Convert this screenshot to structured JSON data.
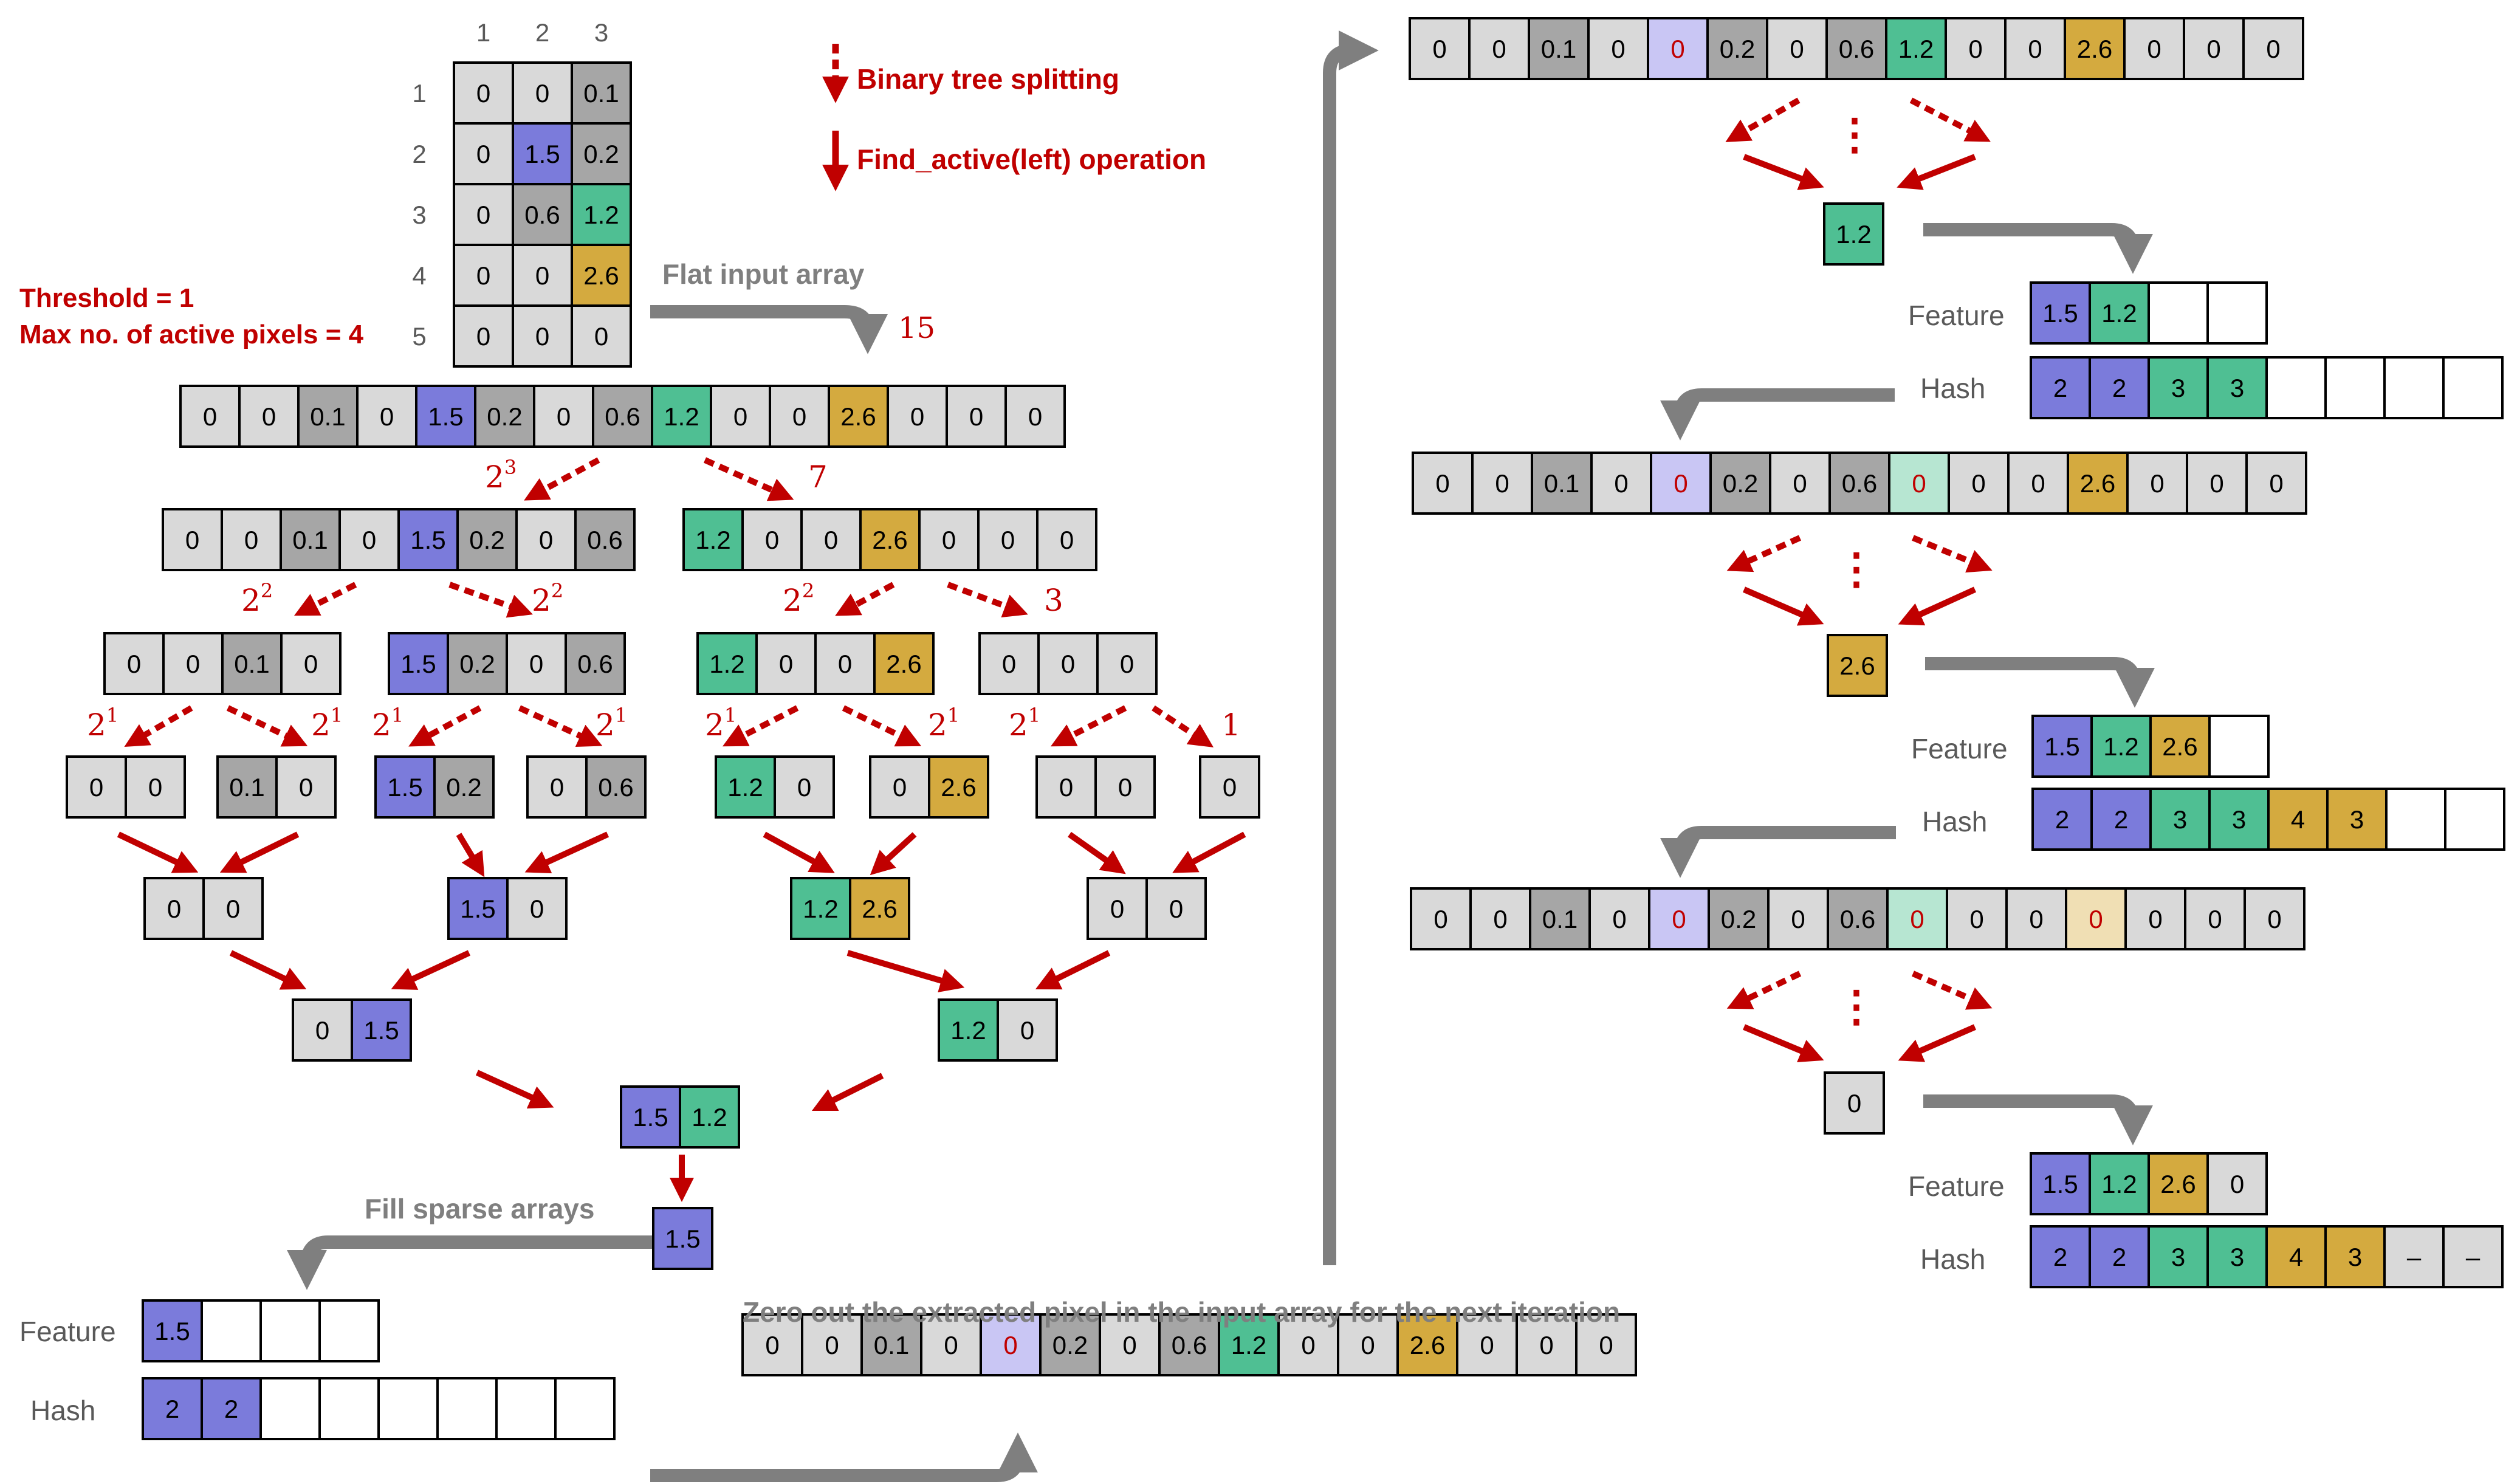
{
  "colors": {
    "red": "#C00000",
    "gray_arrow": "#7F7F7F",
    "empty": "#FFFFFF",
    "zero": "#D9D9D9",
    "small": "#A6A6A6",
    "purple": "#7B7BDB",
    "green": "#4FBF93",
    "gold": "#D4AA3F",
    "purple_faded": "#C9C6F4",
    "green_faded": "#B7E6D2",
    "gold_faded": "#F0DFB4",
    "zeroed_text": "#C00000"
  },
  "legend": {
    "dotted_label": "Binary tree splitting",
    "solid_label": "Find_active(left) operation"
  },
  "params": {
    "threshold": "Threshold = 1",
    "max_active": "Max no. of active pixels = 4"
  },
  "grid": {
    "col_headers": [
      "1",
      "2",
      "3"
    ],
    "row_headers": [
      "1",
      "2",
      "3",
      "4",
      "5"
    ],
    "rows": [
      [
        [
          "0",
          "zero"
        ],
        [
          "0",
          "zero"
        ],
        [
          "0.1",
          "small"
        ]
      ],
      [
        [
          "0",
          "zero"
        ],
        [
          "1.5",
          "purple"
        ],
        [
          "0.2",
          "small"
        ]
      ],
      [
        [
          "0",
          "zero"
        ],
        [
          "0.6",
          "small"
        ],
        [
          "1.2",
          "green"
        ]
      ],
      [
        [
          "0",
          "zero"
        ],
        [
          "0",
          "zero"
        ],
        [
          "2.6",
          "gold"
        ]
      ],
      [
        [
          "0",
          "zero"
        ],
        [
          "0",
          "zero"
        ],
        [
          "0",
          "zero"
        ]
      ]
    ]
  },
  "labels": {
    "flat_input": "Flat input array",
    "n15": "15",
    "fill_sparse": "Fill sparse arrays",
    "zero_out": "Zero out the extracted pixel in the input array for the next iteration",
    "feature": "Feature",
    "hash": "Hash",
    "ellipsis": "⋮"
  },
  "split_labels": [
    {
      "base": "2",
      "exp": "3"
    },
    {
      "base": "7",
      "exp": ""
    },
    {
      "base": "2",
      "exp": "2"
    },
    {
      "base": "2",
      "exp": "2"
    },
    {
      "base": "2",
      "exp": "2"
    },
    {
      "base": "3",
      "exp": ""
    },
    {
      "base": "2",
      "exp": "1"
    },
    {
      "base": "2",
      "exp": "1"
    },
    {
      "base": "2",
      "exp": "1"
    },
    {
      "base": "2",
      "exp": "1"
    },
    {
      "base": "2",
      "exp": "1"
    },
    {
      "base": "2",
      "exp": "1"
    },
    {
      "base": "2",
      "exp": "1"
    },
    {
      "base": "1",
      "exp": ""
    }
  ],
  "arrays": {
    "flat": [
      [
        "0",
        "zero"
      ],
      [
        "0",
        "zero"
      ],
      [
        "0.1",
        "small"
      ],
      [
        "0",
        "zero"
      ],
      [
        "1.5",
        "purple"
      ],
      [
        "0.2",
        "small"
      ],
      [
        "0",
        "zero"
      ],
      [
        "0.6",
        "small"
      ],
      [
        "1.2",
        "green"
      ],
      [
        "0",
        "zero"
      ],
      [
        "0",
        "zero"
      ],
      [
        "2.6",
        "gold"
      ],
      [
        "0",
        "zero"
      ],
      [
        "0",
        "zero"
      ],
      [
        "0",
        "zero"
      ]
    ],
    "l1_left": [
      [
        "0",
        "zero"
      ],
      [
        "0",
        "zero"
      ],
      [
        "0.1",
        "small"
      ],
      [
        "0",
        "zero"
      ],
      [
        "1.5",
        "purple"
      ],
      [
        "0.2",
        "small"
      ],
      [
        "0",
        "zero"
      ],
      [
        "0.6",
        "small"
      ]
    ],
    "l1_right": [
      [
        "1.2",
        "green"
      ],
      [
        "0",
        "zero"
      ],
      [
        "0",
        "zero"
      ],
      [
        "2.6",
        "gold"
      ],
      [
        "0",
        "zero"
      ],
      [
        "0",
        "zero"
      ],
      [
        "0",
        "zero"
      ]
    ],
    "l2_a": [
      [
        "0",
        "zero"
      ],
      [
        "0",
        "zero"
      ],
      [
        "0.1",
        "small"
      ],
      [
        "0",
        "zero"
      ]
    ],
    "l2_b": [
      [
        "1.5",
        "purple"
      ],
      [
        "0.2",
        "small"
      ],
      [
        "0",
        "zero"
      ],
      [
        "0.6",
        "small"
      ]
    ],
    "l2_c": [
      [
        "1.2",
        "green"
      ],
      [
        "0",
        "zero"
      ],
      [
        "0",
        "zero"
      ],
      [
        "2.6",
        "gold"
      ]
    ],
    "l2_d": [
      [
        "0",
        "zero"
      ],
      [
        "0",
        "zero"
      ],
      [
        "0",
        "zero"
      ]
    ],
    "l3_a": [
      [
        "0",
        "zero"
      ],
      [
        "0",
        "zero"
      ]
    ],
    "l3_b": [
      [
        "0.1",
        "small"
      ],
      [
        "0",
        "zero"
      ]
    ],
    "l3_c": [
      [
        "1.5",
        "purple"
      ],
      [
        "0.2",
        "small"
      ]
    ],
    "l3_d": [
      [
        "0",
        "zero"
      ],
      [
        "0.6",
        "small"
      ]
    ],
    "l3_e": [
      [
        "1.2",
        "green"
      ],
      [
        "0",
        "zero"
      ]
    ],
    "l3_f": [
      [
        "0",
        "zero"
      ],
      [
        "2.6",
        "gold"
      ]
    ],
    "l3_g": [
      [
        "0",
        "zero"
      ],
      [
        "0",
        "zero"
      ]
    ],
    "l3_h": [
      [
        "0",
        "zero"
      ]
    ],
    "m1_a": [
      [
        "0",
        "zero"
      ],
      [
        "0",
        "zero"
      ]
    ],
    "m1_b": [
      [
        "1.5",
        "purple"
      ],
      [
        "0",
        "zero"
      ]
    ],
    "m1_c": [
      [
        "1.2",
        "green"
      ],
      [
        "2.6",
        "gold"
      ]
    ],
    "m1_d": [
      [
        "0",
        "zero"
      ],
      [
        "0",
        "zero"
      ]
    ],
    "m2_a": [
      [
        "0",
        "zero"
      ],
      [
        "1.5",
        "purple"
      ]
    ],
    "m2_b": [
      [
        "1.2",
        "green"
      ],
      [
        "0",
        "zero"
      ]
    ],
    "m3": [
      [
        "1.5",
        "purple"
      ],
      [
        "1.2",
        "green"
      ]
    ],
    "result1": [
      [
        "1.5",
        "purple"
      ]
    ],
    "feature1": [
      [
        "1.5",
        "purple"
      ],
      [
        "",
        "empty"
      ],
      [
        "",
        "empty"
      ],
      [
        "",
        "empty"
      ]
    ],
    "hash1": [
      [
        "2",
        "purple"
      ],
      [
        "2",
        "purple"
      ],
      [
        "",
        "empty"
      ],
      [
        "",
        "empty"
      ],
      [
        "",
        "empty"
      ],
      [
        "",
        "empty"
      ],
      [
        "",
        "empty"
      ],
      [
        "",
        "empty"
      ]
    ],
    "zeroed1": [
      [
        "0",
        "zero"
      ],
      [
        "0",
        "zero"
      ],
      [
        "0.1",
        "small"
      ],
      [
        "0",
        "zero"
      ],
      [
        "0",
        "purple_faded",
        "red"
      ],
      [
        "0.2",
        "small"
      ],
      [
        "0",
        "zero"
      ],
      [
        "0.6",
        "small"
      ],
      [
        "1.2",
        "green"
      ],
      [
        "0",
        "zero"
      ],
      [
        "0",
        "zero"
      ],
      [
        "2.6",
        "gold"
      ],
      [
        "0",
        "zero"
      ],
      [
        "0",
        "zero"
      ],
      [
        "0",
        "zero"
      ]
    ],
    "top_right": [
      [
        "0",
        "zero"
      ],
      [
        "0",
        "zero"
      ],
      [
        "0.1",
        "small"
      ],
      [
        "0",
        "zero"
      ],
      [
        "0",
        "purple_faded",
        "red"
      ],
      [
        "0.2",
        "small"
      ],
      [
        "0",
        "zero"
      ],
      [
        "0.6",
        "small"
      ],
      [
        "1.2",
        "green"
      ],
      [
        "0",
        "zero"
      ],
      [
        "0",
        "zero"
      ],
      [
        "2.6",
        "gold"
      ],
      [
        "0",
        "zero"
      ],
      [
        "0",
        "zero"
      ],
      [
        "0",
        "zero"
      ]
    ],
    "result2": [
      [
        "1.2",
        "green"
      ]
    ],
    "feature2": [
      [
        "1.5",
        "purple"
      ],
      [
        "1.2",
        "green"
      ],
      [
        "",
        "empty"
      ],
      [
        "",
        "empty"
      ]
    ],
    "hash2": [
      [
        "2",
        "purple"
      ],
      [
        "2",
        "purple"
      ],
      [
        "3",
        "green"
      ],
      [
        "3",
        "green"
      ],
      [
        "",
        "empty"
      ],
      [
        "",
        "empty"
      ],
      [
        "",
        "empty"
      ],
      [
        "",
        "empty"
      ]
    ],
    "zeroed2": [
      [
        "0",
        "zero"
      ],
      [
        "0",
        "zero"
      ],
      [
        "0.1",
        "small"
      ],
      [
        "0",
        "zero"
      ],
      [
        "0",
        "purple_faded",
        "red"
      ],
      [
        "0.2",
        "small"
      ],
      [
        "0",
        "zero"
      ],
      [
        "0.6",
        "small"
      ],
      [
        "0",
        "green_faded",
        "red"
      ],
      [
        "0",
        "zero"
      ],
      [
        "0",
        "zero"
      ],
      [
        "2.6",
        "gold"
      ],
      [
        "0",
        "zero"
      ],
      [
        "0",
        "zero"
      ],
      [
        "0",
        "zero"
      ]
    ],
    "result3": [
      [
        "2.6",
        "gold"
      ]
    ],
    "feature3": [
      [
        "1.5",
        "purple"
      ],
      [
        "1.2",
        "green"
      ],
      [
        "2.6",
        "gold"
      ],
      [
        "",
        "empty"
      ]
    ],
    "hash3": [
      [
        "2",
        "purple"
      ],
      [
        "2",
        "purple"
      ],
      [
        "3",
        "green"
      ],
      [
        "3",
        "green"
      ],
      [
        "4",
        "gold"
      ],
      [
        "3",
        "gold"
      ],
      [
        "",
        "empty"
      ],
      [
        "",
        "empty"
      ]
    ],
    "zeroed3": [
      [
        "0",
        "zero"
      ],
      [
        "0",
        "zero"
      ],
      [
        "0.1",
        "small"
      ],
      [
        "0",
        "zero"
      ],
      [
        "0",
        "purple_faded",
        "red"
      ],
      [
        "0.2",
        "small"
      ],
      [
        "0",
        "zero"
      ],
      [
        "0.6",
        "small"
      ],
      [
        "0",
        "green_faded",
        "red"
      ],
      [
        "0",
        "zero"
      ],
      [
        "0",
        "zero"
      ],
      [
        "0",
        "gold_faded",
        "red"
      ],
      [
        "0",
        "zero"
      ],
      [
        "0",
        "zero"
      ],
      [
        "0",
        "zero"
      ]
    ],
    "result4": [
      [
        "0",
        "zero"
      ]
    ],
    "feature4": [
      [
        "1.5",
        "purple"
      ],
      [
        "1.2",
        "green"
      ],
      [
        "2.6",
        "gold"
      ],
      [
        "0",
        "zero"
      ]
    ],
    "hash4": [
      [
        "2",
        "purple"
      ],
      [
        "2",
        "purple"
      ],
      [
        "3",
        "green"
      ],
      [
        "3",
        "green"
      ],
      [
        "4",
        "gold"
      ],
      [
        "3",
        "gold"
      ],
      [
        "–",
        "zero"
      ],
      [
        "–",
        "zero"
      ]
    ]
  }
}
